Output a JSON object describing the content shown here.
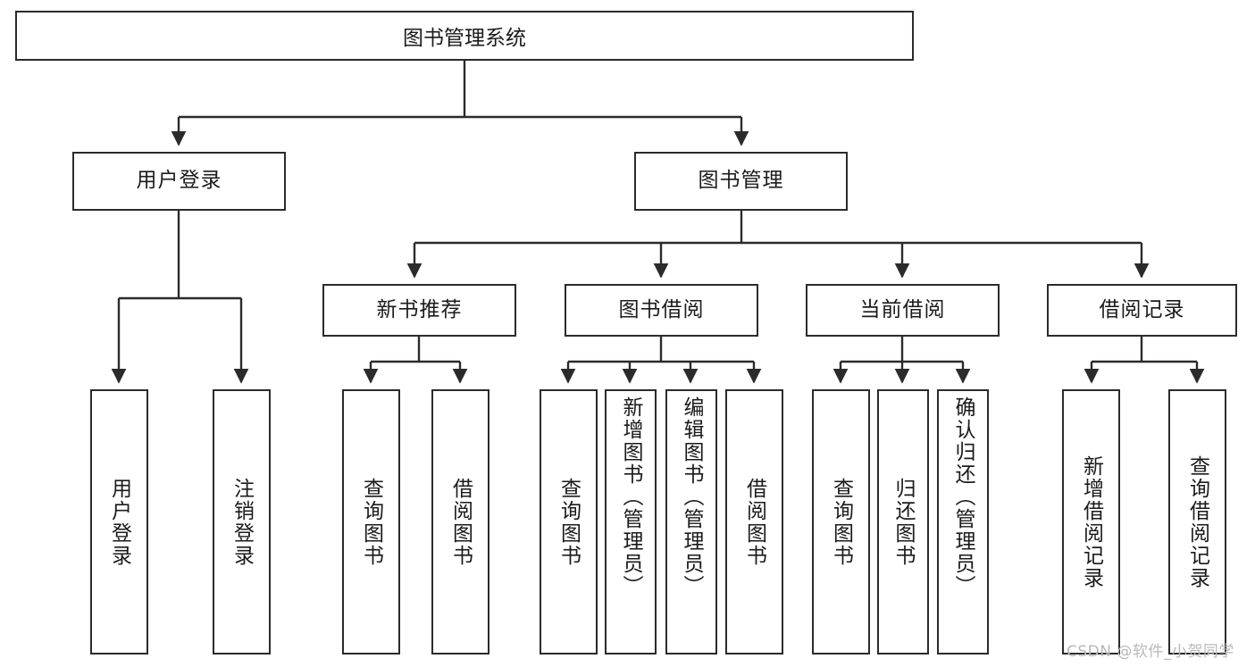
{
  "diagram": {
    "type": "tree",
    "title": "图书管理系统",
    "root": {
      "label": "图书管理系统"
    },
    "level2": [
      {
        "label": "用户登录"
      },
      {
        "label": "图书管理"
      }
    ],
    "level3": [
      {
        "label": "新书推荐"
      },
      {
        "label": "图书借阅"
      },
      {
        "label": "当前借阅"
      },
      {
        "label": "借阅记录"
      }
    ],
    "leaves": {
      "user_login": [
        {
          "label": "用户登录"
        },
        {
          "label": "注销登录"
        }
      ],
      "new_book_recommend": [
        {
          "label": "查询图书"
        },
        {
          "label": "借阅图书"
        }
      ],
      "book_borrow": [
        {
          "label": "查询图书"
        },
        {
          "label": "新增图书（管理员）"
        },
        {
          "label": "编辑图书（管理员）"
        },
        {
          "label": "借阅图书"
        }
      ],
      "current_borrow": [
        {
          "label": "查询图书"
        },
        {
          "label": "归还图书"
        },
        {
          "label": "确认归还（管理员）"
        }
      ],
      "borrow_record": [
        {
          "label": "新增借阅记录"
        },
        {
          "label": "查询借阅记录"
        }
      ]
    }
  },
  "watermark": {
    "text": "CSDN @软件_小贺同学"
  },
  "colors": {
    "stroke": "#2b2b2b",
    "background": "#ffffff",
    "text": "#1b1b1b",
    "watermark": "#b9b9b9"
  }
}
